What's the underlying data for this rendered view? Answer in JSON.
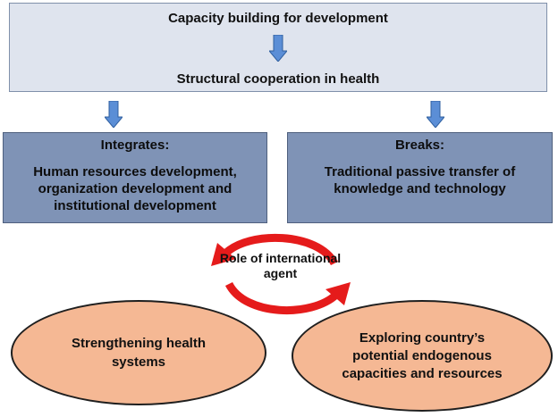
{
  "top": {
    "title": "Capacity building for development",
    "subtitle": "Structural cooperation in health"
  },
  "left_box": {
    "heading": "Integrates:",
    "body": "Human resources development, organization development and institutional development"
  },
  "right_box": {
    "heading": "Breaks:",
    "body": "Traditional passive transfer of knowledge and technology"
  },
  "cycle": {
    "label": "Role of international agent"
  },
  "left_ellipse": {
    "text": "Strengthening health systems"
  },
  "right_ellipse": {
    "text": "Exploring country’s potential endogenous capacities and resources"
  },
  "colors": {
    "top_box_fill": "#dfe4ee",
    "mid_box_fill": "#7f93b6",
    "down_arrow": "#5b8ed6",
    "cycle_arrow": "#e51b1b",
    "ellipse_fill": "#f5b894"
  },
  "icons": [
    "down-arrow-icon",
    "cycle-arrows-icon"
  ]
}
